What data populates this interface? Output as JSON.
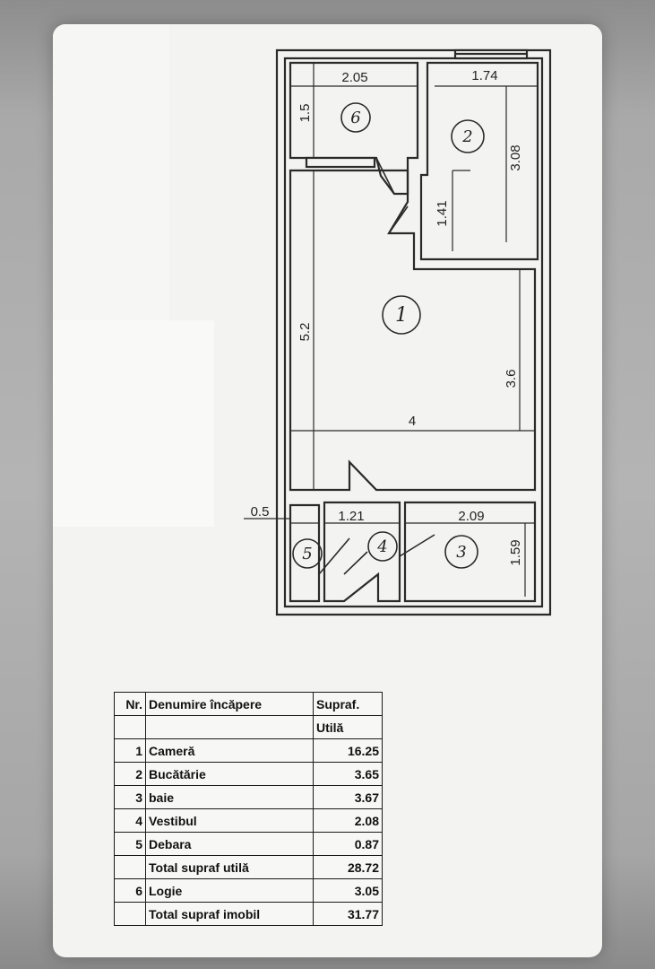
{
  "plan": {
    "dimensions": {
      "room6_width": "2.05",
      "room6_height": "1.5",
      "room2_width": "1.74",
      "room2_height": "3.08",
      "passage_height": "1.41",
      "room1_height": "5.2",
      "room1_lower_height": "3.6",
      "room1_width": "4",
      "room5_width": "0.5",
      "room4_width": "1.21",
      "room3_width": "2.09",
      "room3_height": "1.59"
    },
    "room_numbers": {
      "r1": "1",
      "r2": "2",
      "r3": "3",
      "r4": "4",
      "r5": "5",
      "r6": "6"
    }
  },
  "legend": {
    "header": {
      "nr": "Nr.",
      "name": "Denumire încăpere",
      "area": "Supraf."
    },
    "subheader": {
      "area": "Utilă"
    },
    "rows": [
      {
        "nr": "1",
        "name": "Cameră",
        "area": "16.25"
      },
      {
        "nr": "2",
        "name": "Bucătărie",
        "area": "3.65"
      },
      {
        "nr": "3",
        "name": "baie",
        "area": "3.67"
      },
      {
        "nr": "4",
        "name": "Vestibul",
        "area": "2.08"
      },
      {
        "nr": "5",
        "name": "Debara",
        "area": "0.87"
      },
      {
        "nr": "",
        "name": "Total supraf utilă",
        "area": "28.72"
      },
      {
        "nr": "6",
        "name": "Logie",
        "area": "3.05"
      },
      {
        "nr": "",
        "name": "Total supraf imobil",
        "area": "31.77"
      }
    ]
  }
}
